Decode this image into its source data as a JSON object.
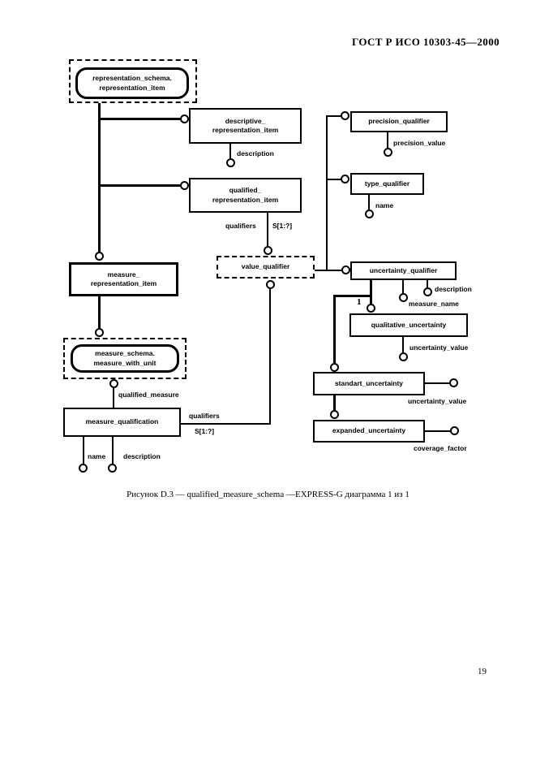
{
  "page": {
    "header": "ГОСТ Р ИСО 10303-45—2000",
    "caption": "Рисунок D.3 — qualified_measure_schema —EXPRESS-G диаграмма 1 из 1",
    "page_number": "19"
  },
  "diagram": {
    "type": "express-g",
    "nodes": {
      "representation_item_ref": {
        "line1": "representation_schema.",
        "line2": "representation_item"
      },
      "descriptive_representation_item": {
        "line1": "descriptive_",
        "line2": "representation_item"
      },
      "qualified_representation_item": {
        "line1": "qualified_",
        "line2": "representation_item"
      },
      "measure_representation_item": {
        "line1": "measure_",
        "line2": "representation_item"
      },
      "measure_with_unit_ref": {
        "line1": "measure_schema.",
        "line2": "measure_with_unit"
      },
      "value_qualifier": {
        "label": "value_qualifier"
      },
      "precision_qualifier": {
        "label": "precision_qualifier"
      },
      "type_qualifier": {
        "label": "type_qualifier"
      },
      "uncertainty_qualifier": {
        "label": "uncertainty_qualifier"
      },
      "qualitative_uncertainty": {
        "label": "qualitative_uncertainty"
      },
      "standart_uncertainty": {
        "label": "standart_uncertainty"
      },
      "expanded_uncertainty": {
        "label": "expanded_uncertainty"
      },
      "measure_qualification": {
        "label": "measure_qualification"
      }
    },
    "edge_labels": {
      "descriptive_description": "description",
      "qualified_qualifiers": "qualifiers",
      "qualified_cardinality": "S[1:?]",
      "precision_value": "precision_value",
      "type_name": "name",
      "uncertainty_description": "description",
      "uncertainty_measure_name": "measure_name",
      "oneof": "1",
      "qualitative_uncertainty_value": "uncertainty_value",
      "standart_uncertainty_value": "uncertainty_value",
      "expanded_coverage_factor": "coverage_factor",
      "qualified_measure": "qualified_measure",
      "mq_qualifiers": "qualifiers",
      "mq_cardinality": "S[1:?]",
      "mq_name": "name",
      "mq_description": "description"
    }
  }
}
